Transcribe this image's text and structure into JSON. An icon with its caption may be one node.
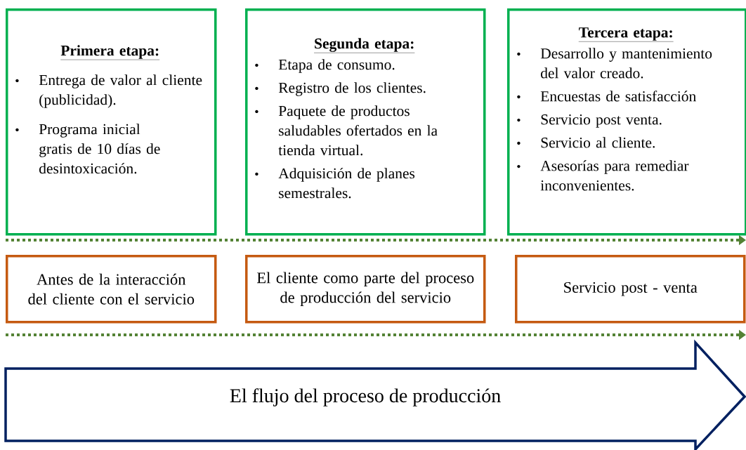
{
  "diagram": {
    "nodes": [
      {
        "text": [
          "Primera etapa:",
          "Entrega de valor al cliente (publicidad).",
          "Programa inicial gratis de 10 días de desintoxicación."
        ]
      },
      {
        "text": [
          "Segunda etapa:",
          "Etapa de consumo.",
          "Registro de los clientes.",
          "Paquete de productos saludables ofertados en la tienda virtual.",
          "Adquisición de planes semestrales."
        ]
      },
      {
        "text": [
          "Tercera etapa:",
          "Desarrollo y mantenimiento del valor creado.",
          "Encuestas de satisfacción",
          "Servicio post venta.",
          "Servicio al cliente.",
          "Asesorías para remediar inconvenientes."
        ]
      },
      {
        "text": [
          "Antes de la interacción del cliente con el servicio"
        ]
      },
      {
        "text": [
          "El cliente como parte del proceso de producción del servicio"
        ]
      },
      {
        "text": [
          "Servicio post - venta"
        ]
      },
      {
        "text": [
          "El flujo del proceso de producción"
        ]
      }
    ]
  }
}
